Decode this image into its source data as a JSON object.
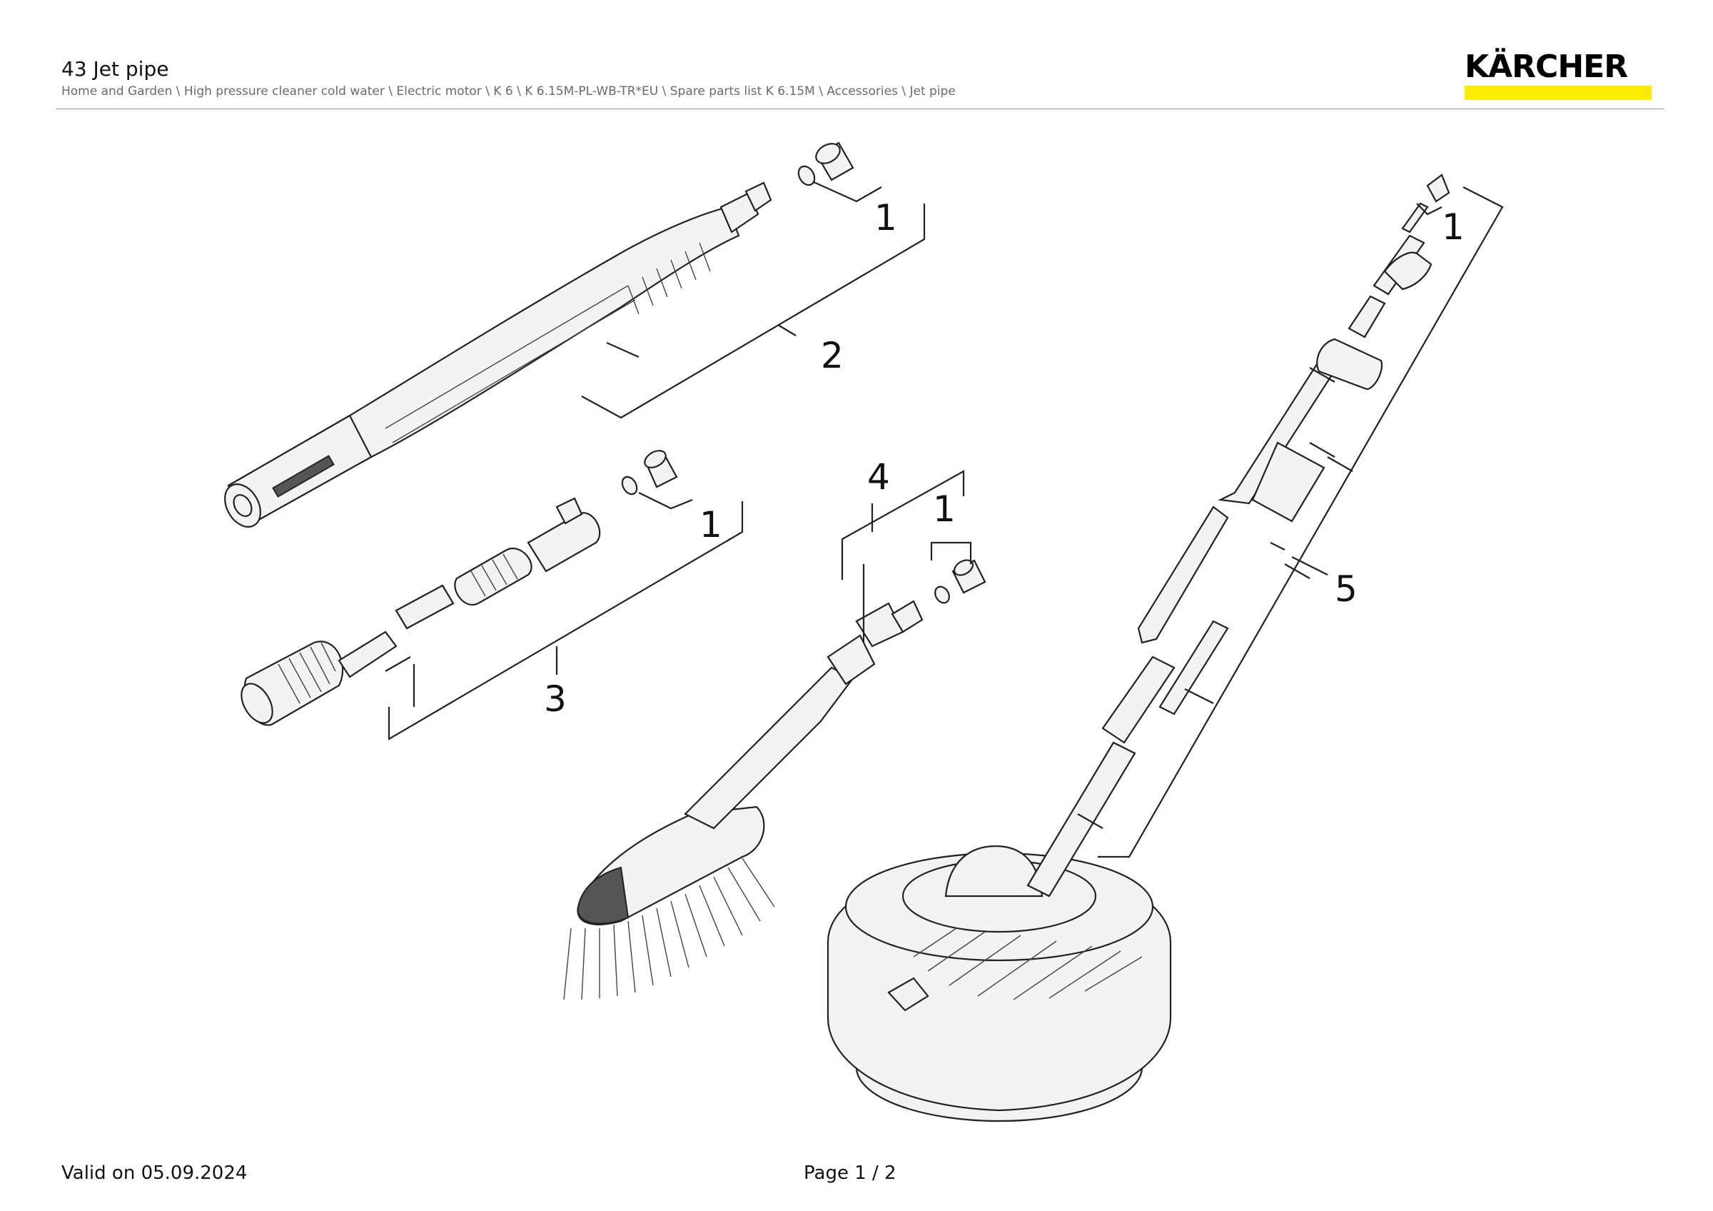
{
  "header": {
    "title": "43 Jet pipe",
    "breadcrumb": "Home and Garden \\ High pressure cleaner cold water \\ Electric motor \\ K 6 \\ K 6.15M-PL-WB-TR*EU \\ Spare parts list K 6.15M \\ Accessories \\ Jet pipe"
  },
  "logo": {
    "text": "KÄRCHER",
    "bar_color": "#ffed00"
  },
  "callouts": {
    "c1a": "1",
    "c2": "2",
    "c1b": "1",
    "c3": "3",
    "c4": "4",
    "c1c": "1",
    "c1d": "1",
    "c5": "5"
  },
  "footer": {
    "valid": "Valid on 05.09.2024",
    "page": "Page 1 / 2"
  }
}
